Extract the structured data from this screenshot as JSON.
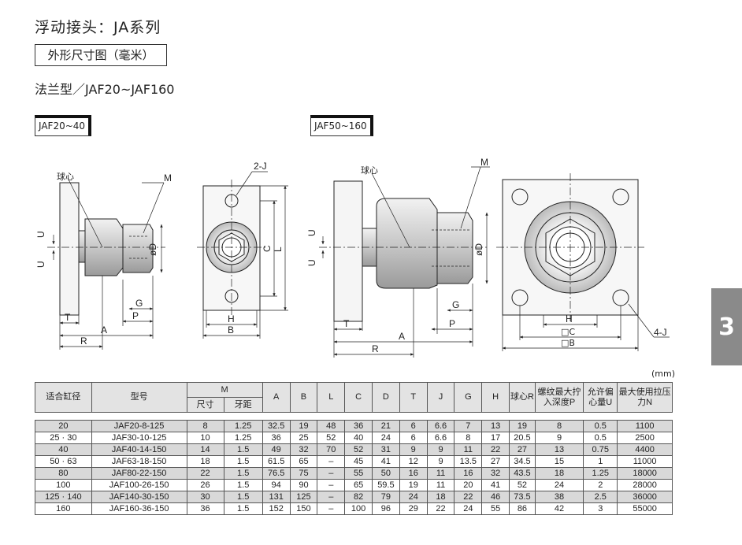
{
  "title": "浮动接头：JA系列",
  "subtitle": "外形尺寸图（毫米）",
  "flange_type": "法兰型／JAF20~JAF160",
  "drawing_labels": {
    "left_series": "JAF20~40",
    "right_series": "JAF50~160",
    "ball_center": "球心",
    "M": "M",
    "U": "U",
    "D": "øD",
    "G": "G",
    "P": "P",
    "T": "T",
    "A": "A",
    "R": "R",
    "J2": "2-J",
    "J4": "4-J",
    "C": "C",
    "L": "L",
    "H": "H",
    "B": "B",
    "C_sq": "□C",
    "B_sq": "□B"
  },
  "side_tab": "3",
  "unit": "(mm)",
  "table": {
    "headers": {
      "bore": "适合缸径",
      "model": "型号",
      "M": "M",
      "M_size": "尺寸",
      "M_pitch": "牙距",
      "A": "A",
      "B": "B",
      "L": "L",
      "C": "C",
      "D": "D",
      "T": "T",
      "J": "J",
      "G": "G",
      "H": "H",
      "R": "球心R",
      "P": "螺纹最大拧入深度P",
      "U": "允许偏心量U",
      "N": "最大使用拉压力N"
    },
    "rows": [
      [
        "20",
        "JAF20-8-125",
        "8",
        "1.25",
        "32.5",
        "19",
        "48",
        "36",
        "21",
        "6",
        "6.6",
        "7",
        "13",
        "19",
        "8",
        "0.5",
        "1100"
      ],
      [
        "25 · 30",
        "JAF30-10-125",
        "10",
        "1.25",
        "36",
        "25",
        "52",
        "40",
        "24",
        "6",
        "6.6",
        "8",
        "17",
        "20.5",
        "9",
        "0.5",
        "2500"
      ],
      [
        "40",
        "JAF40-14-150",
        "14",
        "1.5",
        "49",
        "32",
        "70",
        "52",
        "31",
        "9",
        "9",
        "11",
        "22",
        "27",
        "13",
        "0.75",
        "4400"
      ],
      [
        "50 · 63",
        "JAF63-18-150",
        "18",
        "1.5",
        "61.5",
        "65",
        "–",
        "45",
        "41",
        "12",
        "9",
        "13.5",
        "27",
        "34.5",
        "15",
        "1",
        "11000"
      ],
      [
        "80",
        "JAF80-22-150",
        "22",
        "1.5",
        "76.5",
        "75",
        "–",
        "55",
        "50",
        "16",
        "11",
        "16",
        "32",
        "43.5",
        "18",
        "1.25",
        "18000"
      ],
      [
        "100",
        "JAF100-26-150",
        "26",
        "1.5",
        "94",
        "90",
        "–",
        "65",
        "59.5",
        "19",
        "11",
        "20",
        "41",
        "52",
        "24",
        "2",
        "28000"
      ],
      [
        "125 · 140",
        "JAF140-30-150",
        "30",
        "1.5",
        "131",
        "125",
        "–",
        "82",
        "79",
        "24",
        "18",
        "22",
        "46",
        "73.5",
        "38",
        "2.5",
        "36000"
      ],
      [
        "160",
        "JAF160-36-150",
        "36",
        "1.5",
        "152",
        "150",
        "–",
        "100",
        "96",
        "29",
        "22",
        "24",
        "55",
        "86",
        "42",
        "3",
        "55000"
      ]
    ]
  }
}
